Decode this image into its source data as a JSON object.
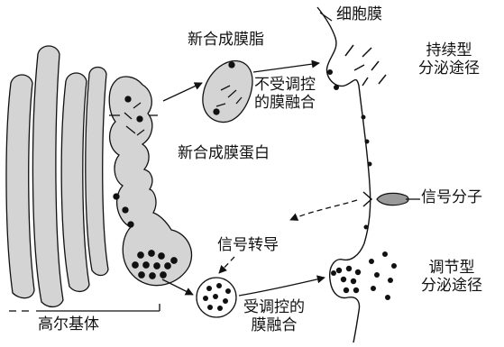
{
  "labels": {
    "cell_membrane": "细胞膜",
    "new_membrane_lipid": "新合成膜脂",
    "new_membrane_protein": "新合成膜蛋白",
    "unregulated_fusion_line1": "不受调控",
    "unregulated_fusion_line2": "的膜融合",
    "constitutive_line1": "持续型",
    "constitutive_line2": "分泌途径",
    "signal_molecule": "信号分子",
    "signal_transduction": "信号转导",
    "regulated_line1": "调节型",
    "regulated_line2": "分泌途径",
    "regulated_fusion_line1": "受调控的",
    "regulated_fusion_line2": "膜融合",
    "golgi": "高尔基体"
  },
  "colors": {
    "line": "#111111",
    "fill_gray": "#d4d4d4",
    "background": "#ffffff"
  }
}
